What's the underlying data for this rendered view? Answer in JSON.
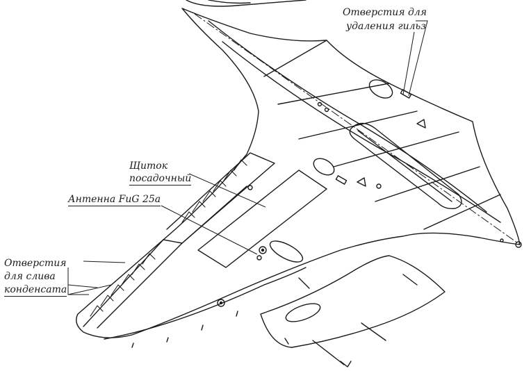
{
  "labels": {
    "shell_holes_1": "Отверстия для",
    "shell_holes_2": "удаления гильз",
    "flap_1": "Щиток",
    "flap_2": "посадочный",
    "antenna": "Антенна FuG 25a",
    "drain_1": "Отверстия",
    "drain_2": "для слива",
    "drain_3": "конденсата"
  },
  "colors": {
    "ink": "#1a1a1a",
    "paper": "#ffffff"
  }
}
